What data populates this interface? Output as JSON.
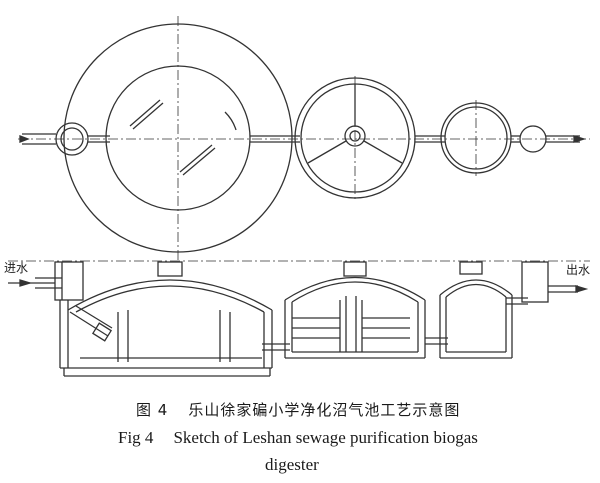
{
  "labels": {
    "inlet": "进水",
    "outlet": "出水"
  },
  "caption": {
    "cn_fig": "图 4",
    "cn_title": "乐山徐家碥小学净化沼气池工艺示意图",
    "en_fig": "Fig 4",
    "en_title": "Sketch of Leshan sewage purification biogas",
    "en_title_cont": "digester"
  },
  "colors": {
    "line": "#333333"
  }
}
